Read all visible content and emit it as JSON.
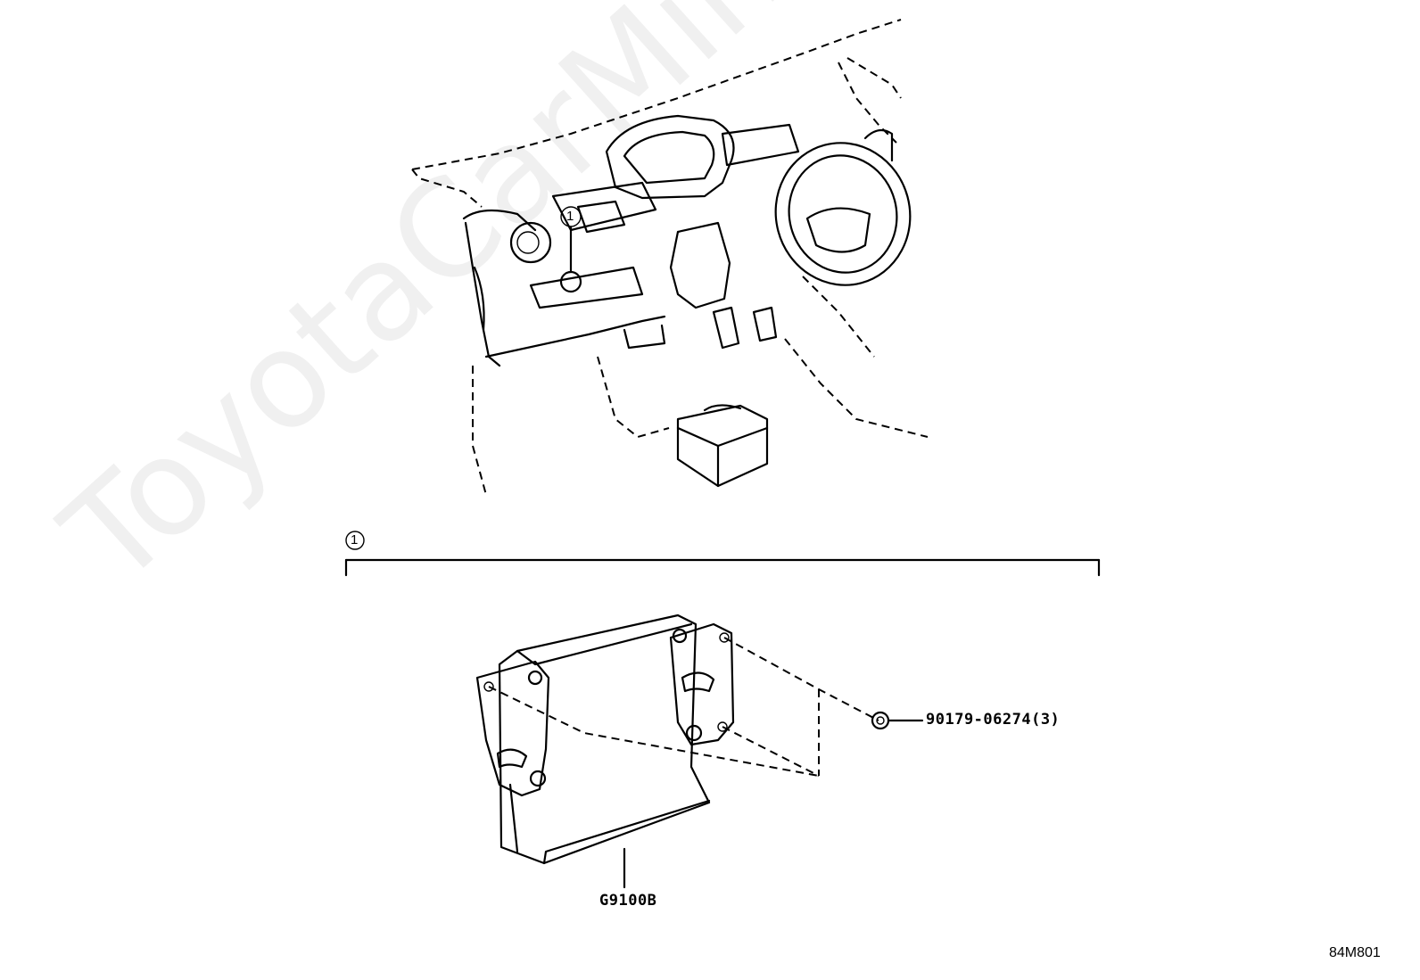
{
  "watermark": "ToyotaCarMine.ru",
  "callouts": {
    "dashboard_callout": "1",
    "section_callout": "1"
  },
  "parts": {
    "bolt_part": "90179-06274(3)",
    "ecu_part": "G9100B"
  },
  "diagram_code": "84M801"
}
